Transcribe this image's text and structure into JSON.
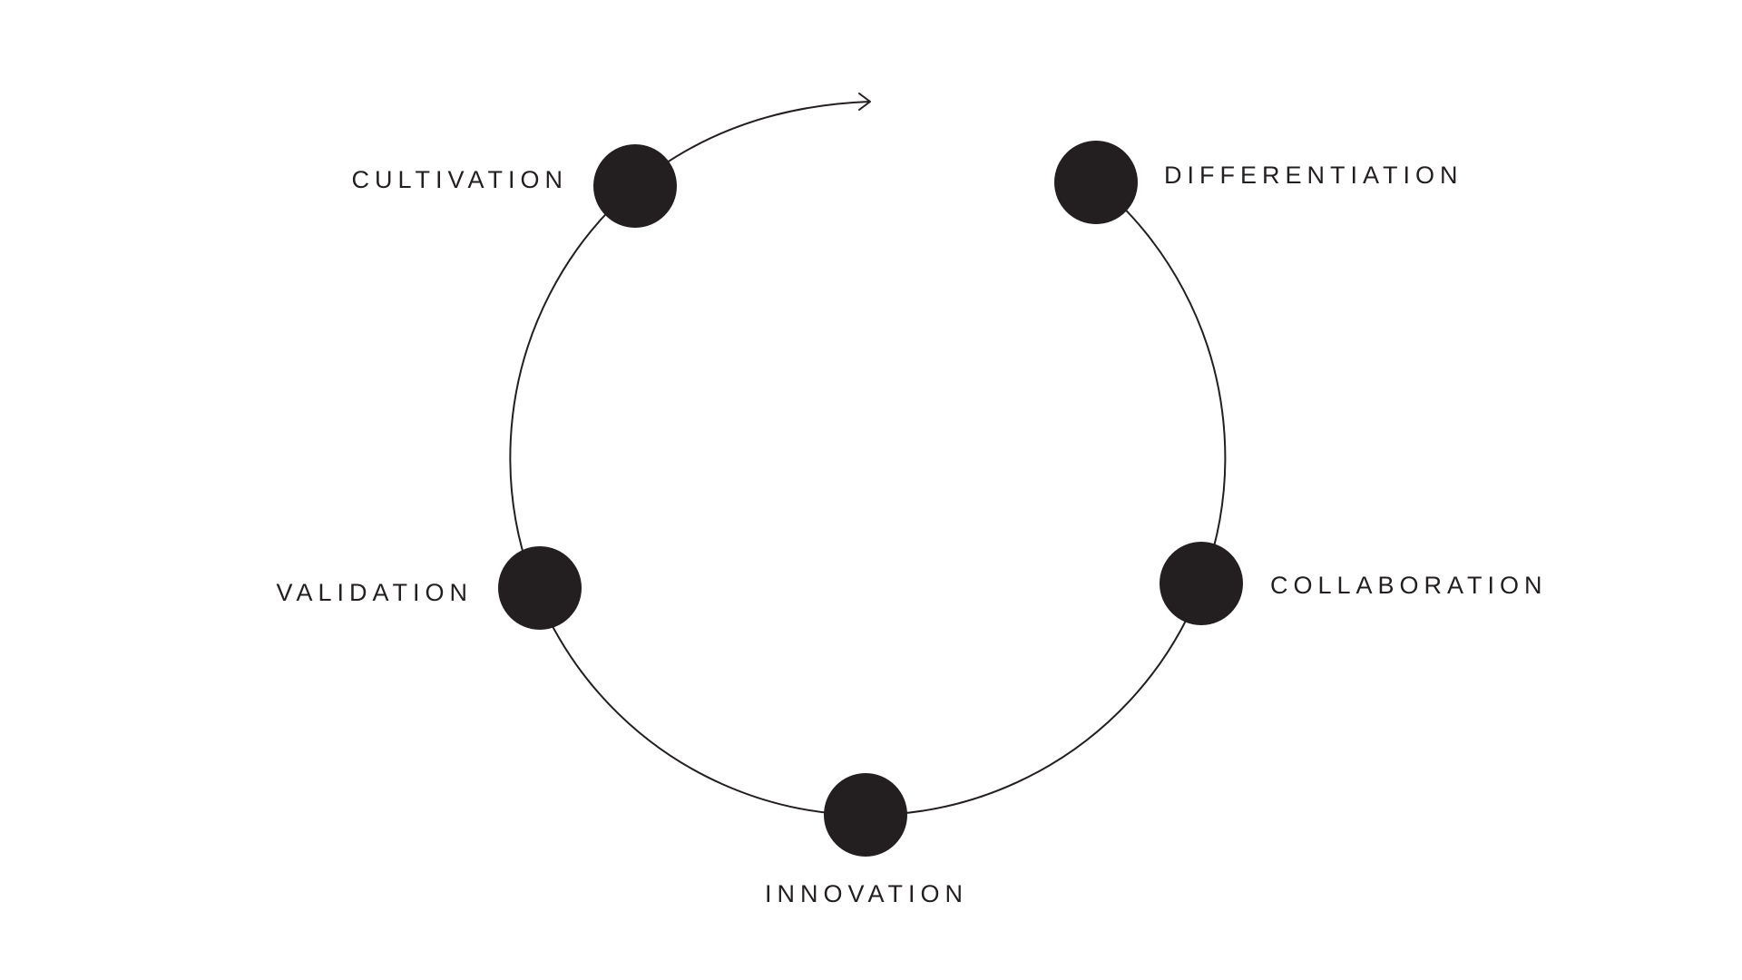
{
  "diagram": {
    "colors": {
      "node": "#231f20",
      "line": "#231f20",
      "text": "#231f20",
      "background": "#ffffff"
    },
    "icons": [
      "arrow-right-icon"
    ],
    "stages": [
      {
        "id": "cultivation",
        "label": "CULTIVATION"
      },
      {
        "id": "differentiation",
        "label": "DIFFERENTIATION"
      },
      {
        "id": "collaboration",
        "label": "COLLABORATION"
      },
      {
        "id": "innovation",
        "label": "INNOVATION"
      },
      {
        "id": "validation",
        "label": "VALIDATION"
      }
    ]
  }
}
